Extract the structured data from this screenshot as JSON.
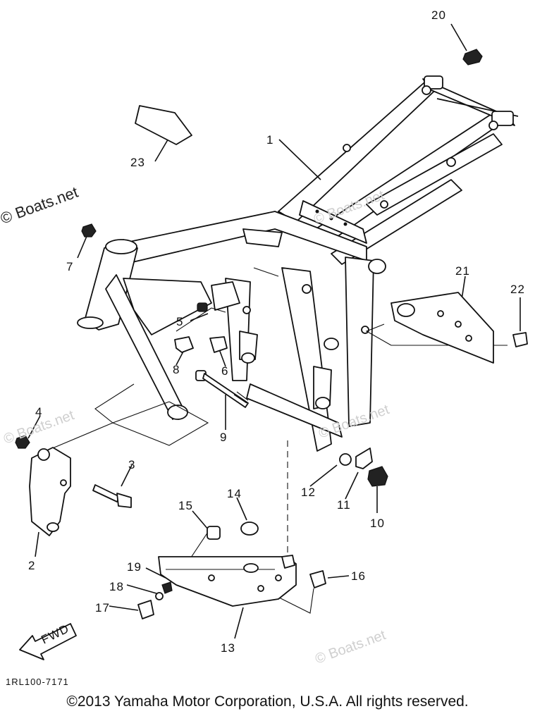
{
  "watermarks": [
    "© Boats.net",
    "© Boats.net",
    "© Boats.net",
    "© Boats.net",
    "© Boats.net"
  ],
  "callouts": [
    "1",
    "2",
    "3",
    "4",
    "5",
    "6",
    "7",
    "8",
    "9",
    "10",
    "11",
    "12",
    "13",
    "14",
    "15",
    "16",
    "17",
    "18",
    "19",
    "20",
    "21",
    "22",
    "23"
  ],
  "arrow_label": "FWD",
  "diagram_code": "1RL100-7171",
  "copyright": "©2013 Yamaha Motor Corporation, U.S.A. All rights reserved."
}
